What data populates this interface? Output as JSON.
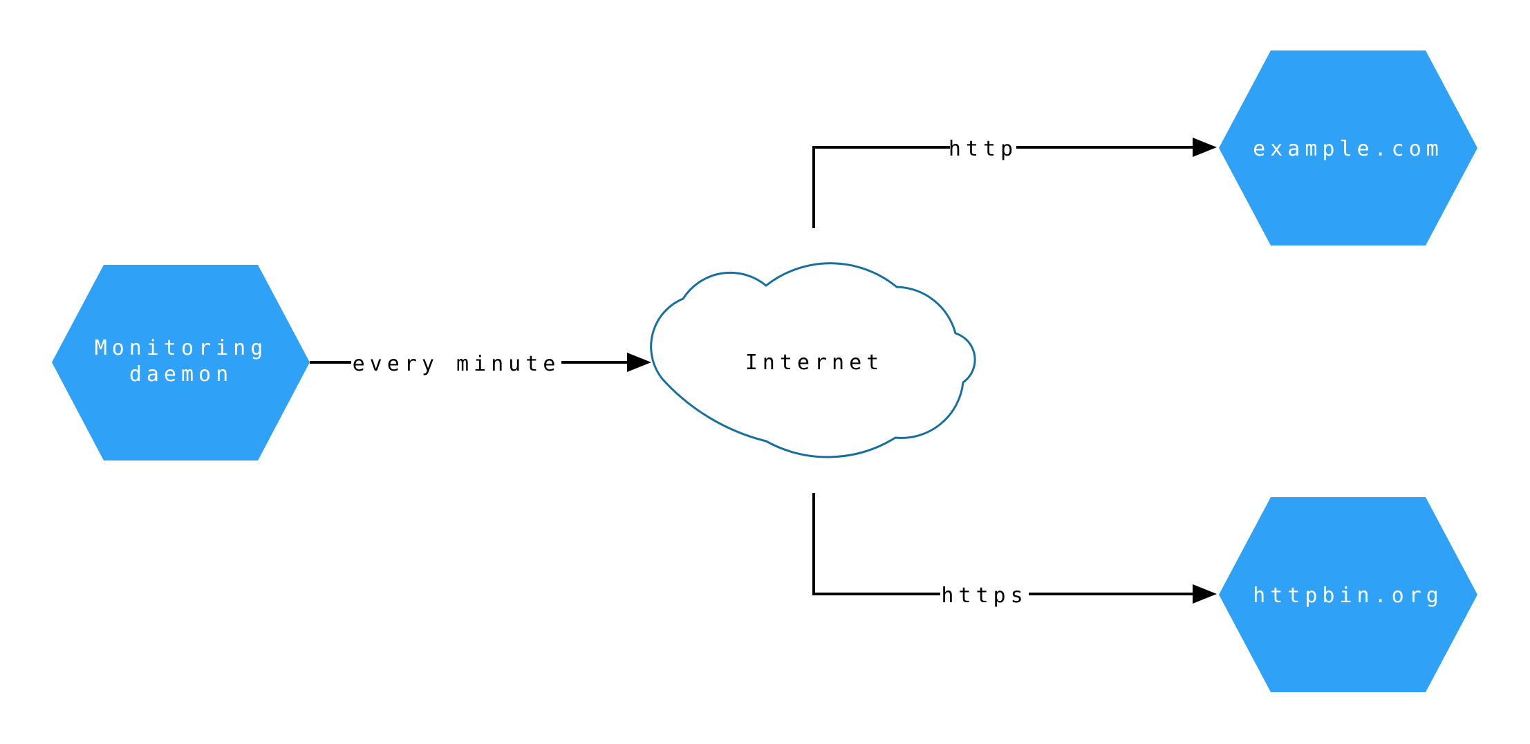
{
  "diagram": {
    "background": "#ffffff",
    "edge_color": "#000000",
    "label_color": "#000000",
    "nodes": {
      "monitoring": {
        "lines": [
          "Monitoring",
          "daemon"
        ],
        "fill": "#2FA1F6",
        "text_color": "#ffffff"
      },
      "internet": {
        "label": "Internet",
        "fill": "#ffffff",
        "stroke": "#166F9E",
        "text_color": "#000000"
      },
      "example": {
        "label": "example.com",
        "fill": "#2FA1F6",
        "text_color": "#ffffff"
      },
      "httpbin": {
        "label": "httpbin.org",
        "fill": "#2FA1F6",
        "text_color": "#ffffff"
      }
    },
    "edges": {
      "every_minute": {
        "label": "every minute"
      },
      "http": {
        "label": "http"
      },
      "https": {
        "label": "https"
      }
    }
  }
}
